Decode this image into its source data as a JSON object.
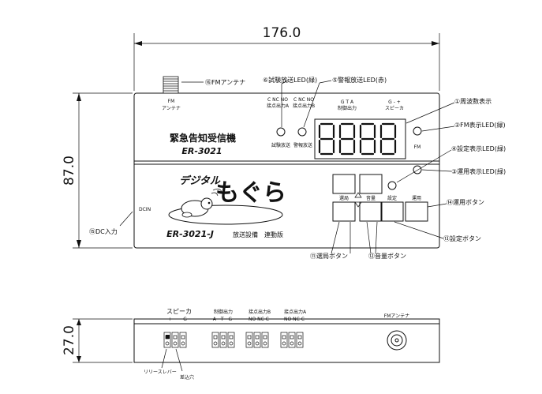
{
  "dimensions": {
    "width": "176.0",
    "height_front": "87.0",
    "height_bottom": "27.0"
  },
  "front": {
    "title": "緊急告知受信機",
    "model_top": "ER-3021",
    "model_bottom": "ER-3021-J",
    "edition": "放送設備　連動版",
    "antenna_label_1": "FM",
    "antenna_label_2": "アンテナ",
    "dcin": "DCIN",
    "logo_digital": "デジタル",
    "logo_mogura": "もぐら",
    "term_a_pins": "C NC NO",
    "term_a_name": "接点出力A",
    "term_b_pins": "C NC NO",
    "term_b_name": "接点出力B",
    "ctrl_pins": "G T A",
    "ctrl_name": "制御出力",
    "speaker_pins": "G - +",
    "speaker_name": "スピーカ",
    "led_test": "試験放送",
    "led_alarm": "警報放送",
    "fm": "FM",
    "display_digits": "8888",
    "btn_channel": "選局",
    "btn_volume": "音量",
    "btn_setting": "設定",
    "btn_operate": "運用"
  },
  "callouts": {
    "c1": "①周波数表示",
    "c2": "②FM表示LED(緑)",
    "c3": "③運用表示LED(緑)",
    "c4": "④設定表示LED(緑)",
    "c5": "⑤警報放送LED(赤)",
    "c6": "⑥試験放送LED(緑)",
    "c11": "⑪選局ボタン",
    "c12": "⑫音量ボタン",
    "c13": "⑬設定ボタン",
    "c14": "⑭運用ボタン",
    "c15": "⑮DC入力",
    "c16": "⑯FMアンテナ"
  },
  "bottom": {
    "speaker": "スピーカ",
    "speaker_pins": "+　-　G",
    "ctrl": "制御出力",
    "ctrl_pins": "A　T　G",
    "term_b": "接点出力B",
    "term_b_pins": "NO NC C",
    "term_a": "接点出力A",
    "term_a_pins": "NO NC C",
    "fm_antenna": "FMアンテナ",
    "release_lever": "リリースレバー",
    "insert_hole": "差込穴"
  }
}
